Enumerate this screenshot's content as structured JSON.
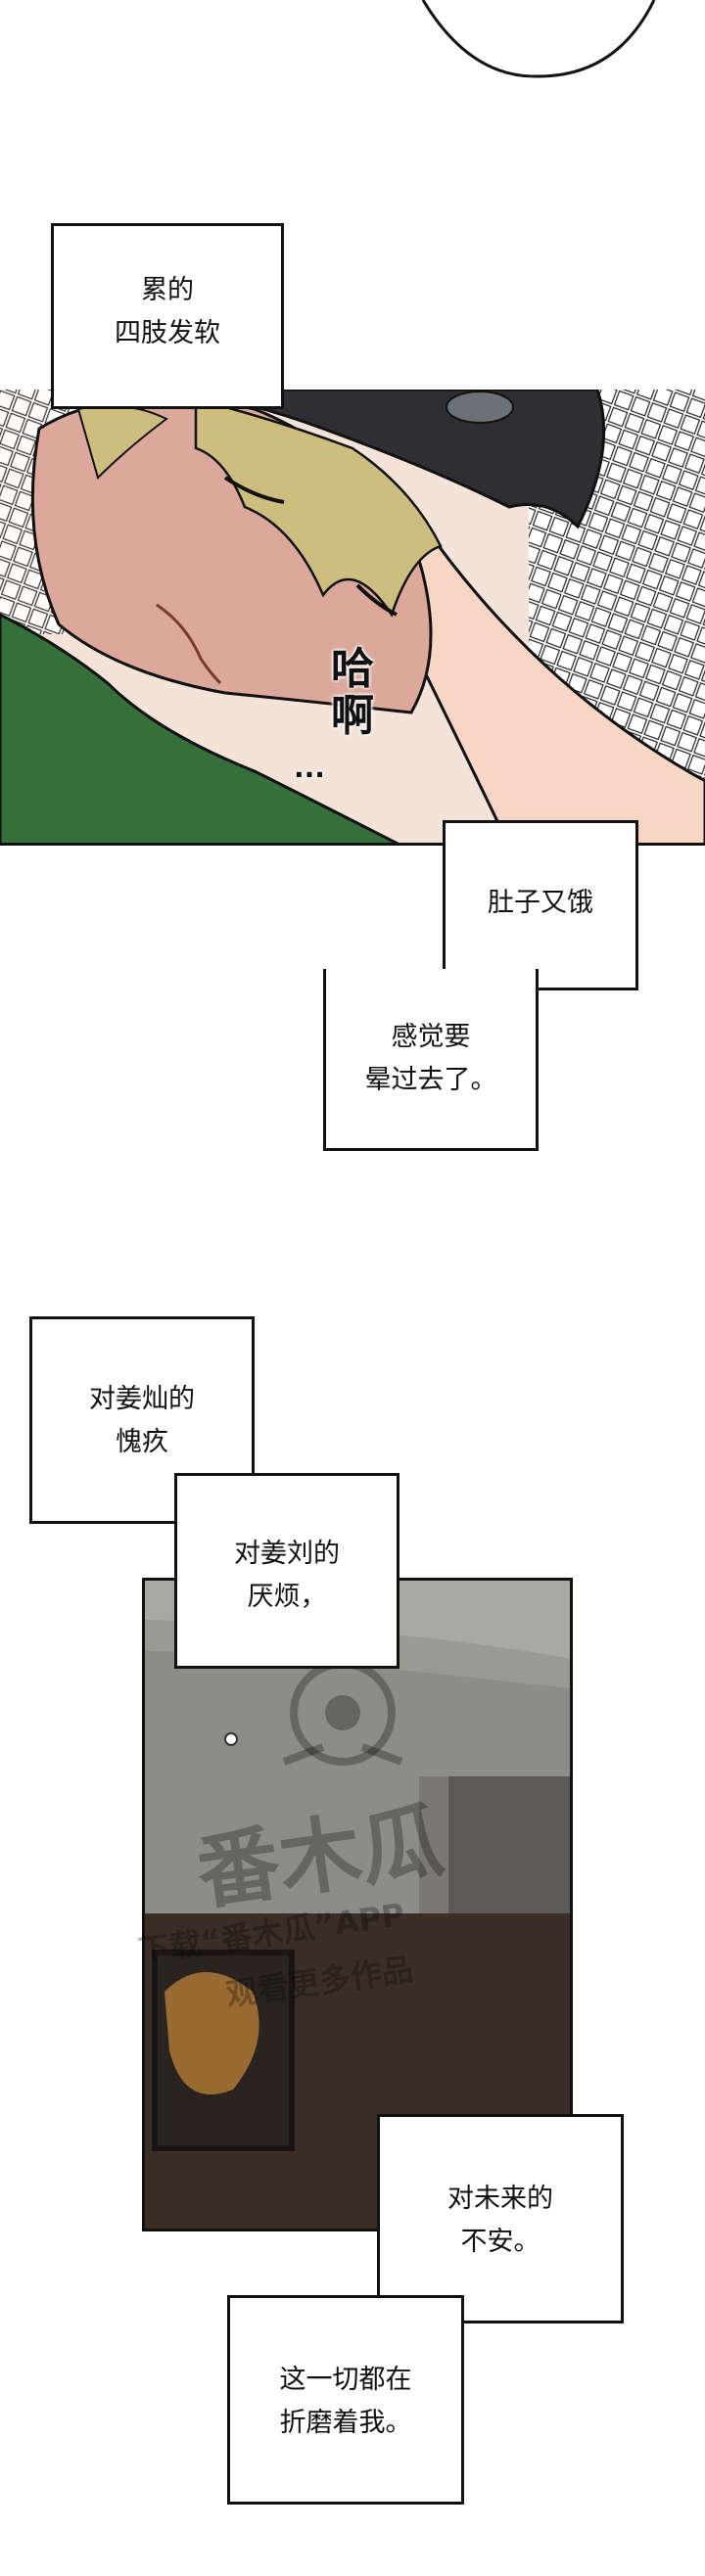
{
  "captions": {
    "tired_limbs": "累的\n四肢发软",
    "hungry": "肚子又饿",
    "faint": "感觉要\n晕过去了。",
    "guilt": "对姜灿的\n愧疚",
    "annoyed": "对姜刘的\n厌烦，",
    "future": "对未来的\n不安。",
    "torment": "这一切都在\n折磨着我。"
  },
  "sfx": {
    "pant": "哈\n啊",
    "dots": "···"
  },
  "watermark": {
    "logo_text": "番木瓜",
    "app_line": "下载“番木瓜”APP",
    "more_line": "观看更多作品"
  },
  "colors": {
    "skin": "#d9a79a",
    "skin_light": "#f6d4c2",
    "hair": "#cdbd7e",
    "cap": "#2f2f33",
    "shirt": "#356f3a",
    "room_wall": "#8c8c88",
    "room_dark": "#3b2e26"
  }
}
